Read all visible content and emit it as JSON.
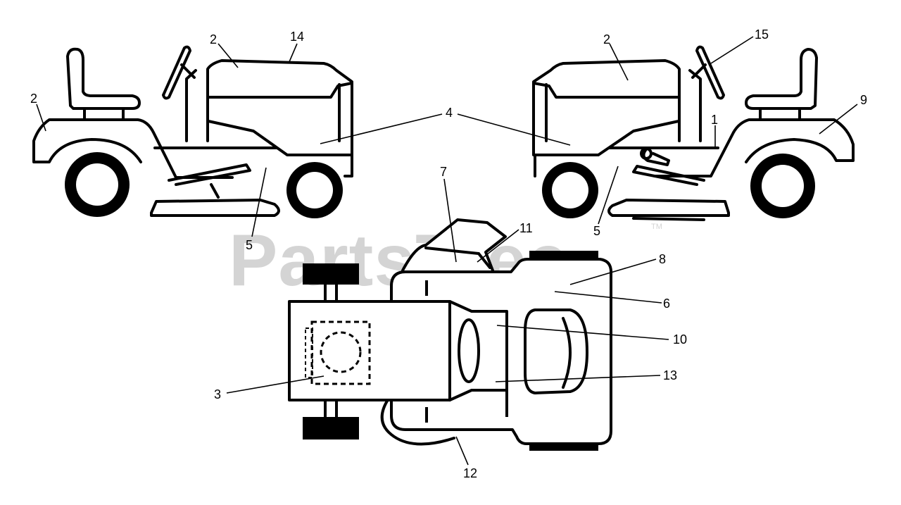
{
  "watermark": {
    "text": "PartsTree",
    "trademark": "TM"
  },
  "callouts": [
    {
      "id": "c2a",
      "text": "2"
    },
    {
      "id": "c14",
      "text": "14"
    },
    {
      "id": "c2b",
      "text": "2"
    },
    {
      "id": "c2c",
      "text": "2"
    },
    {
      "id": "c15",
      "text": "15"
    },
    {
      "id": "c4",
      "text": "4"
    },
    {
      "id": "c9",
      "text": "9"
    },
    {
      "id": "c1",
      "text": "1"
    },
    {
      "id": "c5a",
      "text": "5"
    },
    {
      "id": "c5b",
      "text": "5"
    },
    {
      "id": "c7",
      "text": "7"
    },
    {
      "id": "c11",
      "text": "11"
    },
    {
      "id": "c8",
      "text": "8"
    },
    {
      "id": "c6",
      "text": "6"
    },
    {
      "id": "c10",
      "text": "10"
    },
    {
      "id": "c13",
      "text": "13"
    },
    {
      "id": "c3",
      "text": "3"
    },
    {
      "id": "c12",
      "text": "12"
    }
  ]
}
